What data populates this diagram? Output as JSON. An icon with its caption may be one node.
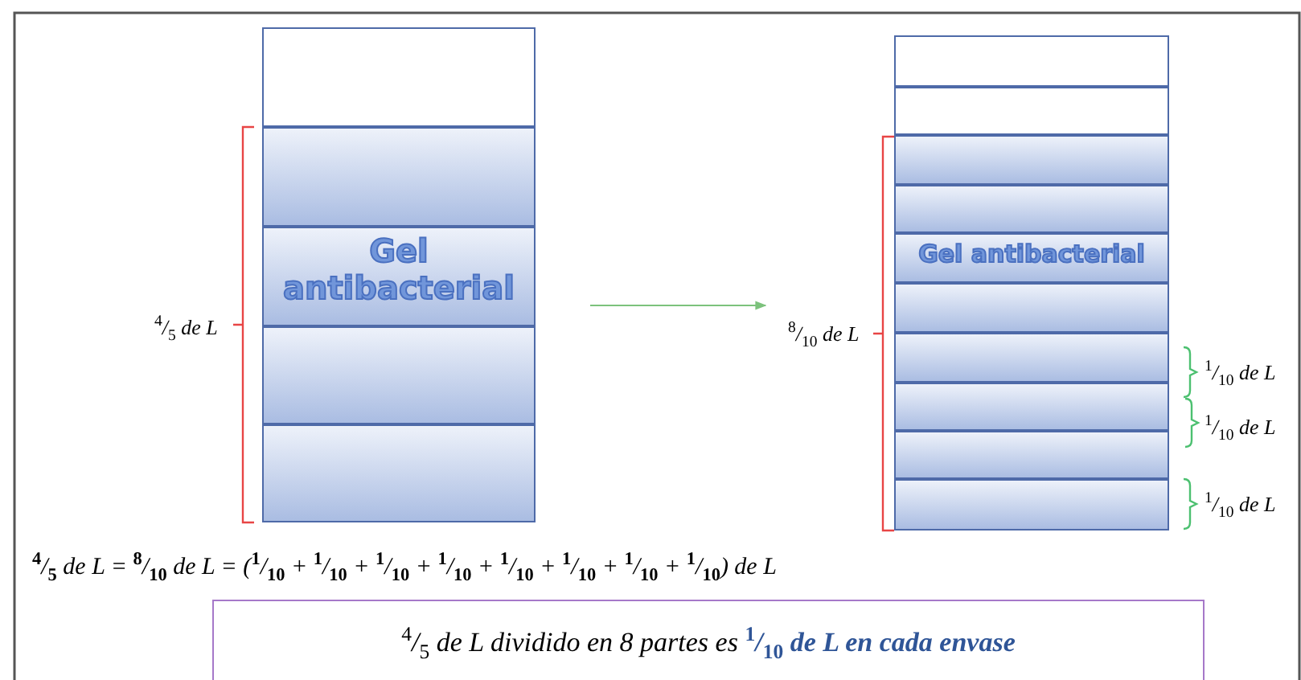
{
  "diagram": {
    "nodes": [
      {
        "text": [
          "Gel antibacterial"
        ]
      },
      {
        "text": [
          "Gel antibacterial"
        ]
      },
      {
        "text": [
          "$^{4}$/$_{5}$ de L dividido en 8 partes es **$^{1}$/$_{10}$ de L en cada envase**"
        ]
      }
    ],
    "edges": [
      {
        "from": 0,
        "to": 1,
        "arrow": "to",
        "color": "#7cc27c"
      }
    ],
    "labels": [
      "$^{4}$/$_{5}$ de L",
      "$^{8}$/$_{10}$ de L",
      "$^{1}$/$_{10}$ de L",
      "$^{1}$/$_{10}$ de L",
      "$^{1}$/$_{10}$ de L",
      "$^{4}$/$_{5}$ de L = $^{8}$/$_{10}$ de L = ($^{1}$/$_{10}$ + $^{1}$/$_{10}$ + $^{1}$/$_{10}$ + $^{1}$/$_{10}$ + $^{1}$/$_{10}$ + $^{1}$/$_{10}$ + $^{1}$/$_{10}$ + $^{1}$/$_{10}$) de L"
    ]
  }
}
